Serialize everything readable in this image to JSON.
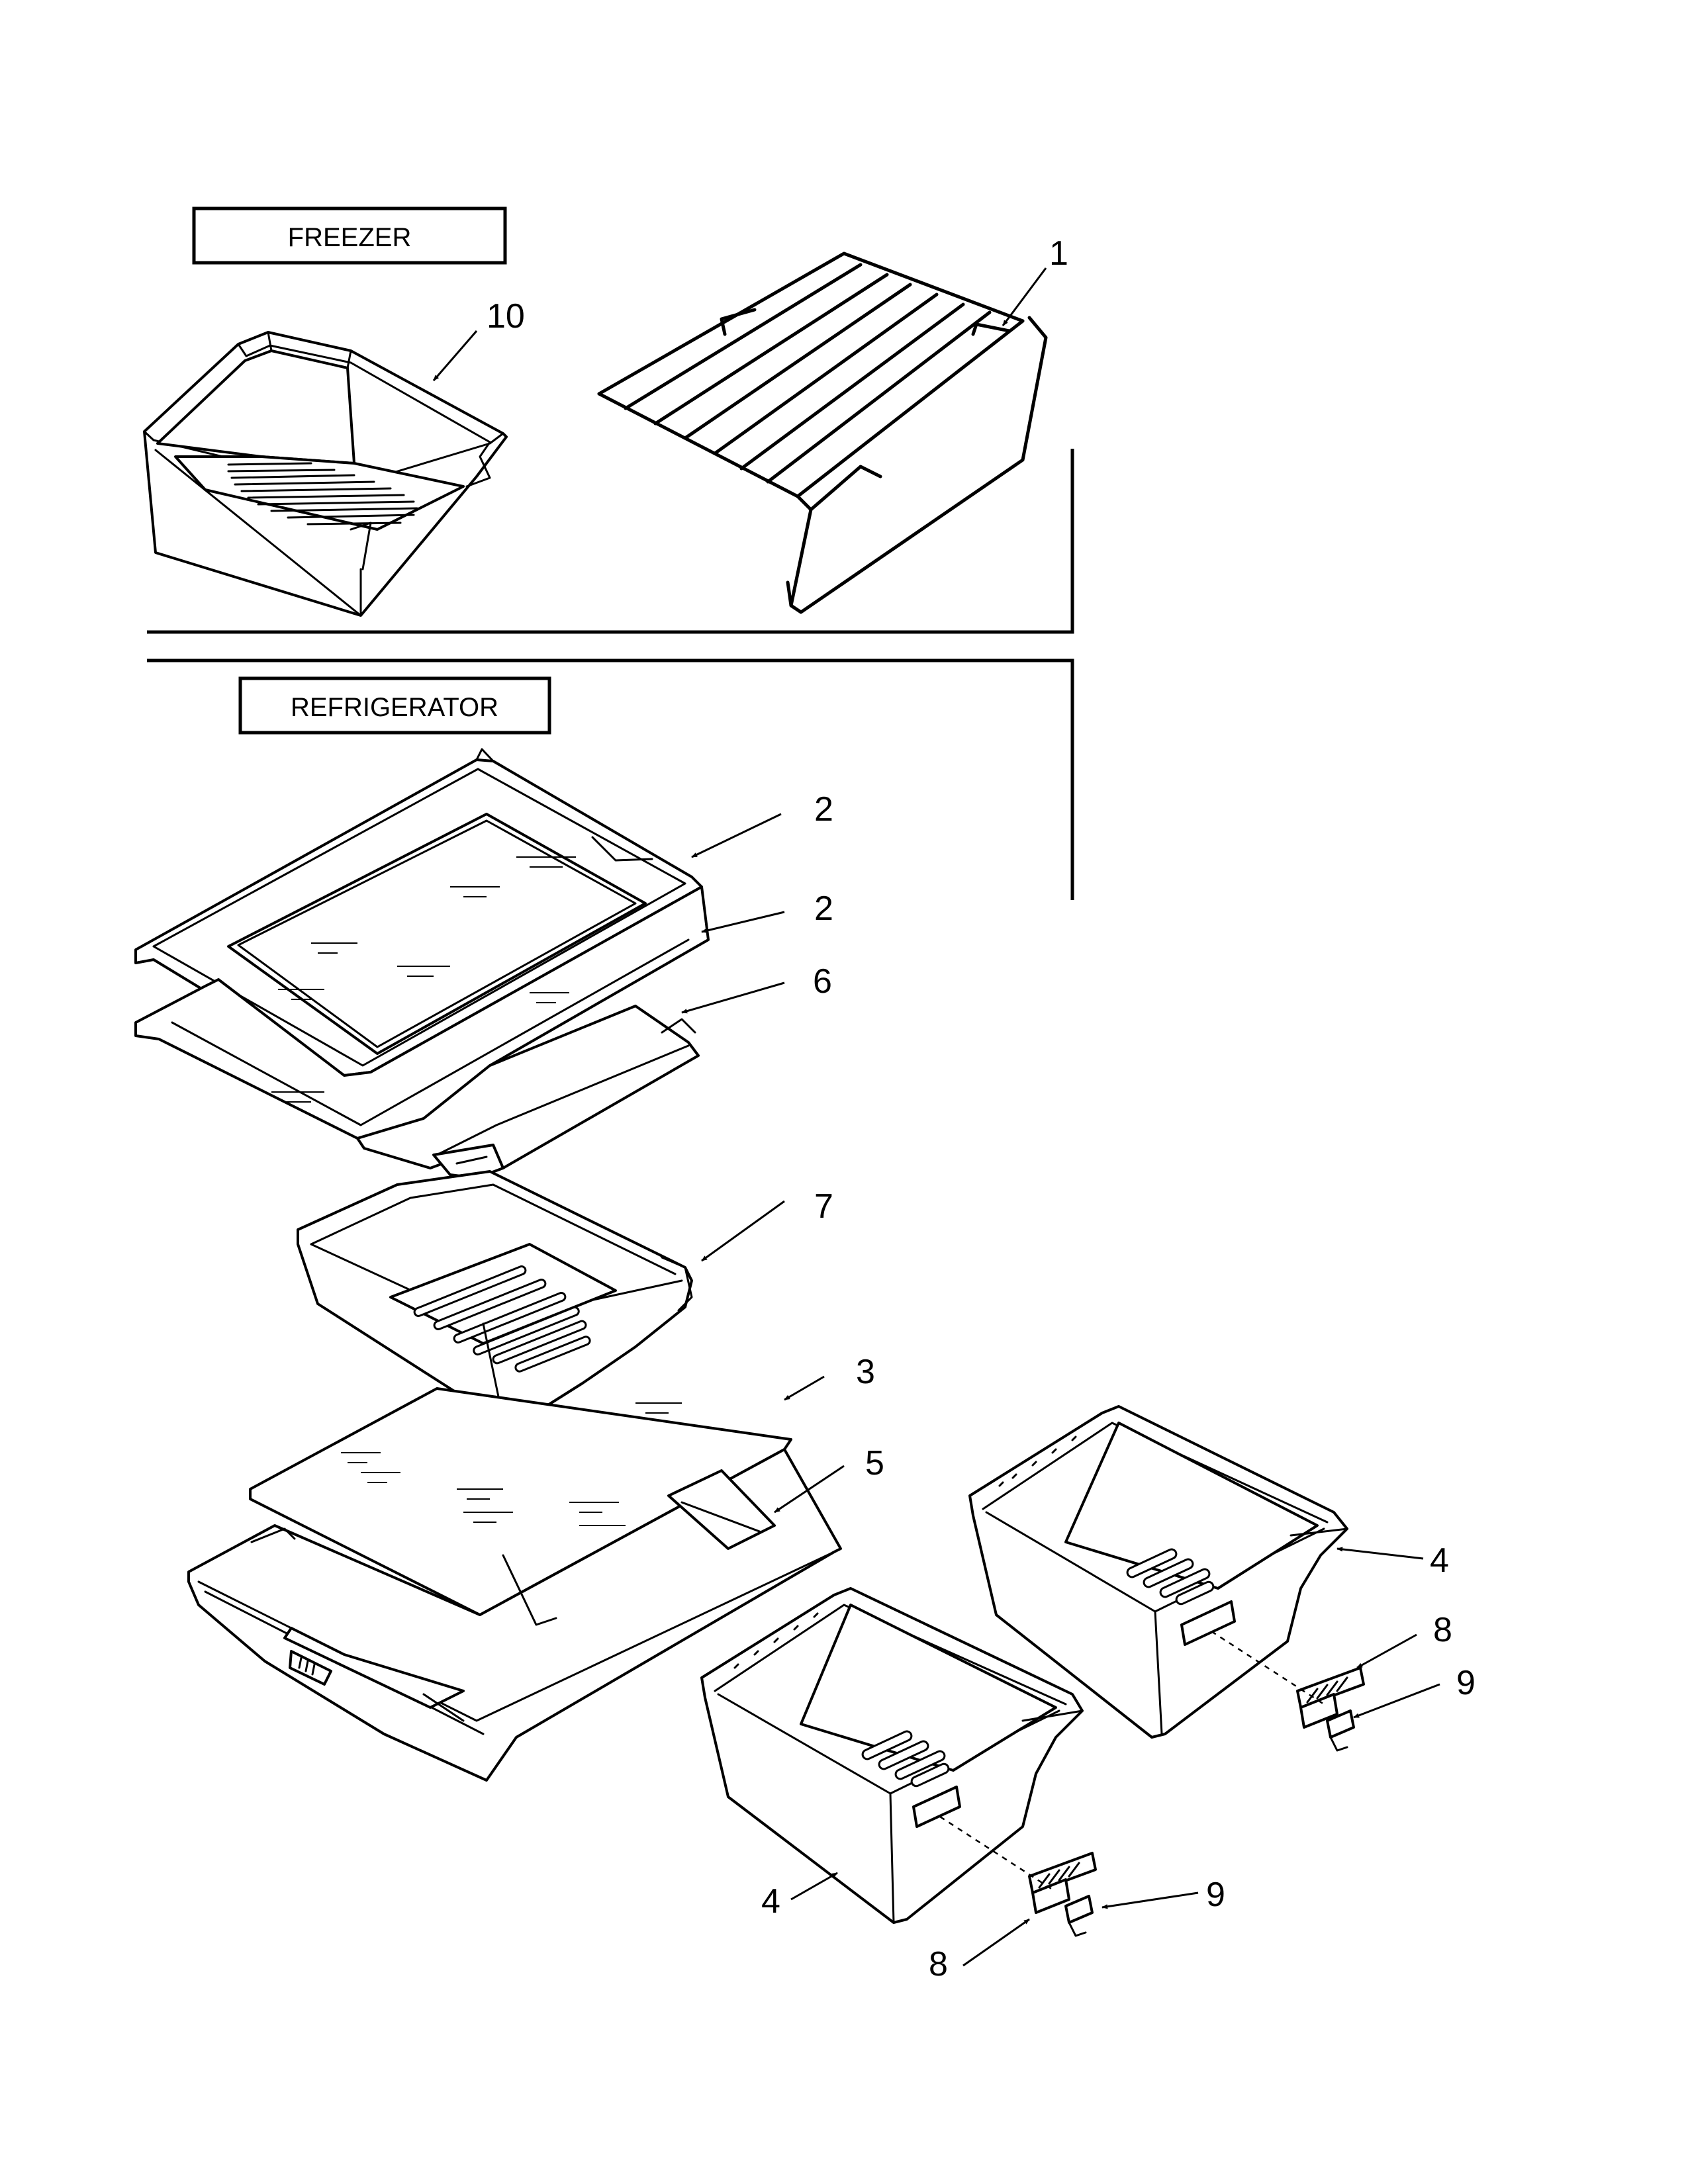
{
  "sections": {
    "freezer": {
      "label": "FREEZER"
    },
    "refrigerator": {
      "label": "REFRIGERATOR"
    }
  },
  "callouts": [
    {
      "id": "c-10",
      "label": "10",
      "part": "freezer basket"
    },
    {
      "id": "c-1",
      "label": "1",
      "part": "wire shelf"
    },
    {
      "id": "c-2a",
      "label": "2",
      "part": "glass shelf"
    },
    {
      "id": "c-2b",
      "label": "2",
      "part": "glass shelf"
    },
    {
      "id": "c-6",
      "label": "6",
      "part": "shelf frame"
    },
    {
      "id": "c-7",
      "label": "7",
      "part": "meat pan"
    },
    {
      "id": "c-3",
      "label": "3",
      "part": "crisper cover glass"
    },
    {
      "id": "c-5",
      "label": "5",
      "part": "crisper cover frame"
    },
    {
      "id": "c-4a",
      "label": "4",
      "part": "crisper drawer"
    },
    {
      "id": "c-8a",
      "label": "8",
      "part": "humidity slide"
    },
    {
      "id": "c-9a",
      "label": "9",
      "part": "slide clip"
    },
    {
      "id": "c-4b",
      "label": "4",
      "part": "crisper drawer"
    },
    {
      "id": "c-8b",
      "label": "8",
      "part": "humidity slide"
    },
    {
      "id": "c-9b",
      "label": "9",
      "part": "slide clip"
    }
  ]
}
